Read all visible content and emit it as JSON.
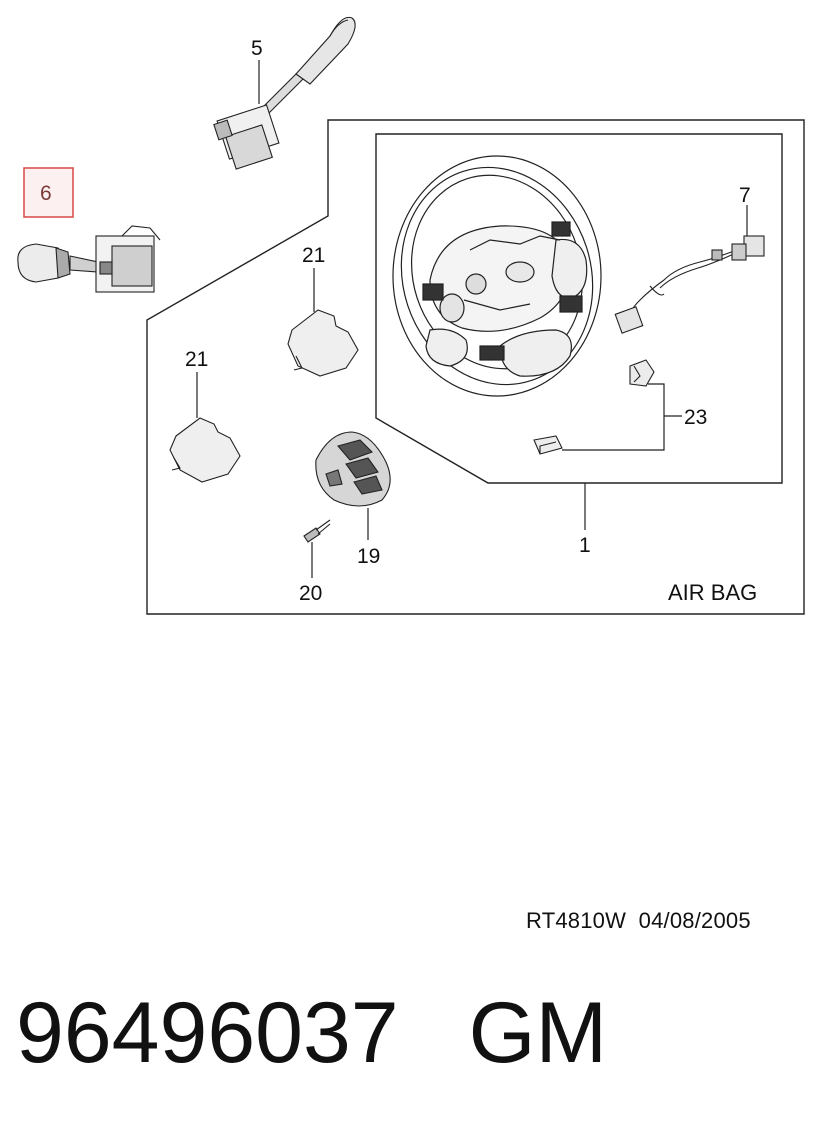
{
  "callouts": {
    "c5": "5",
    "c6": "6",
    "c7": "7",
    "c21a": "21",
    "c21b": "21",
    "c23": "23",
    "c1": "1",
    "c19": "19",
    "c20": "20"
  },
  "airbag_label": "AIR BAG",
  "reference": {
    "code": "RT4810W",
    "date": "04/08/2005"
  },
  "part": {
    "number": "96496037",
    "brand": "GM"
  },
  "highlight_color": "#d9534f"
}
